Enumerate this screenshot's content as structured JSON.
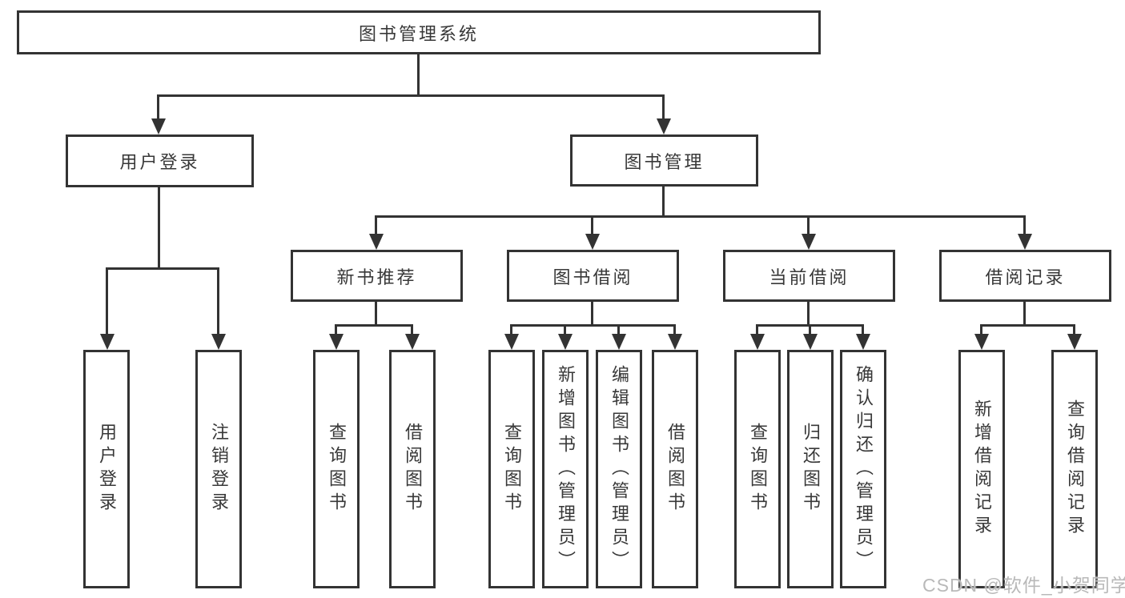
{
  "diagram_title": "图书管理系统",
  "tree": {
    "root": {
      "label": "图书管理系统",
      "children": [
        {
          "label": "用户登录",
          "children": [
            {
              "label": "用户登录"
            },
            {
              "label": "注销登录"
            }
          ]
        },
        {
          "label": "图书管理",
          "children": [
            {
              "label": "新书推荐",
              "children": [
                {
                  "label": "查询图书"
                },
                {
                  "label": "借阅图书"
                }
              ]
            },
            {
              "label": "图书借阅",
              "children": [
                {
                  "label": "查询图书"
                },
                {
                  "label": "新增图书（管理员）"
                },
                {
                  "label": "编辑图书（管理员）"
                },
                {
                  "label": "借阅图书"
                }
              ]
            },
            {
              "label": "当前借阅",
              "children": [
                {
                  "label": "查询图书"
                },
                {
                  "label": "归还图书"
                },
                {
                  "label": "确认归还（管理员）"
                }
              ]
            },
            {
              "label": "借阅记录",
              "children": [
                {
                  "label": "新增借阅记录"
                },
                {
                  "label": "查询借阅记录"
                }
              ]
            }
          ]
        }
      ]
    }
  },
  "watermark": "CSDN @软件_小贺同学",
  "colors": {
    "line": "#333333",
    "box_border": "#333333",
    "text": "#383838",
    "watermark": "#b9b9b9",
    "background": "#ffffff"
  }
}
